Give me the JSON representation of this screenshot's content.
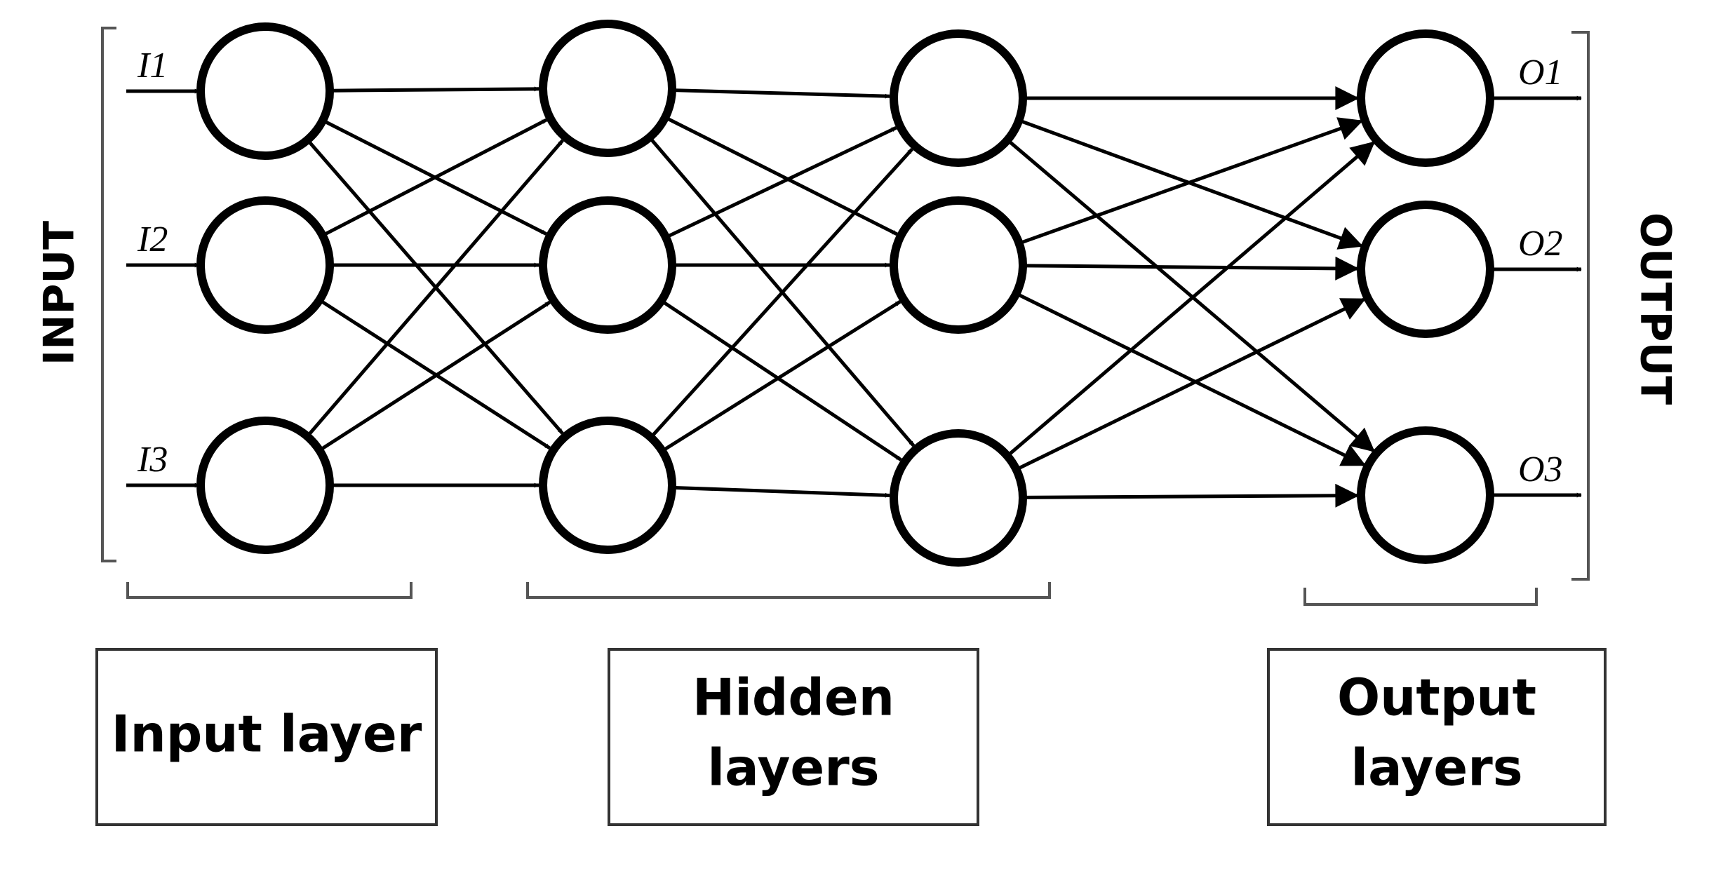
{
  "side_labels": {
    "input": "INPUT",
    "output": "OUTPUT"
  },
  "inputs": [
    "I1",
    "I2",
    "I3"
  ],
  "outputs": [
    "O1",
    "O2",
    "O3"
  ],
  "layer_boxes": {
    "input": [
      "Input layer"
    ],
    "hidden": [
      "Hidden",
      "layers"
    ],
    "output": [
      "Output",
      "layers"
    ]
  },
  "network": {
    "layers": [
      "input",
      "hidden",
      "hidden",
      "output"
    ],
    "nodes_per_layer": 3,
    "fully_connected": true
  }
}
